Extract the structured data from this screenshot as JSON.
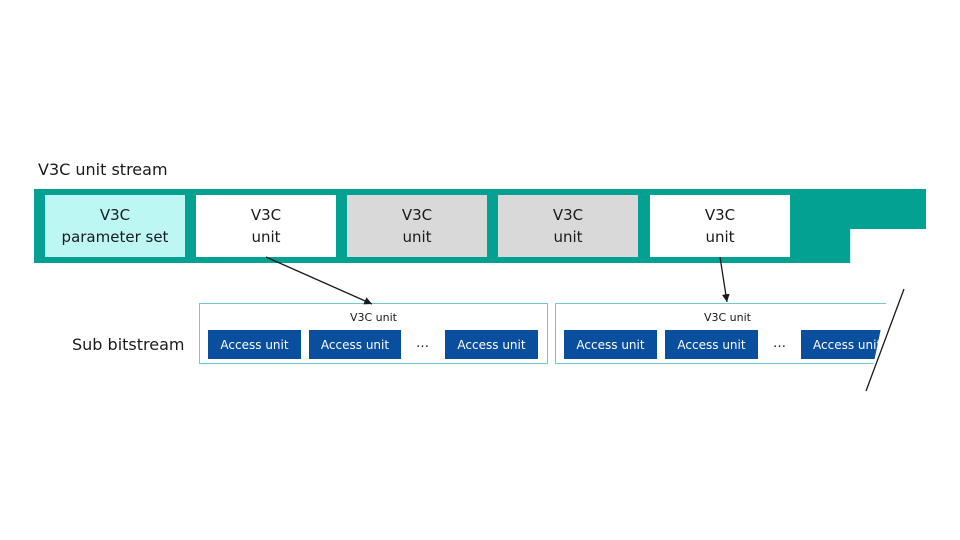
{
  "stream": {
    "title": "V3C unit stream",
    "units": [
      {
        "line1": "V3C",
        "line2": "parameter set",
        "fill": "#bdf7f4"
      },
      {
        "line1": "V3C",
        "line2": "unit",
        "fill": "#ffffff"
      },
      {
        "line1": "V3C",
        "line2": "unit",
        "fill": "#d9d9d9"
      },
      {
        "line1": "V3C",
        "line2": "unit",
        "fill": "#d9d9d9"
      },
      {
        "line1": "V3C",
        "line2": "unit",
        "fill": "#ffffff"
      }
    ],
    "bar_color": "#03a192"
  },
  "sub_bitstream": {
    "label": "Sub bitstream",
    "containers": [
      {
        "title": "V3C unit",
        "items": [
          "Access unit",
          "Access unit",
          "Access unit"
        ],
        "ellipsis": "…"
      },
      {
        "title": "V3C unit",
        "items": [
          "Access unit",
          "Access unit",
          "Access unit"
        ],
        "ellipsis": "…"
      }
    ],
    "access_unit_color": "#0a4e9e",
    "container_border_color": "#6ccbd6"
  }
}
